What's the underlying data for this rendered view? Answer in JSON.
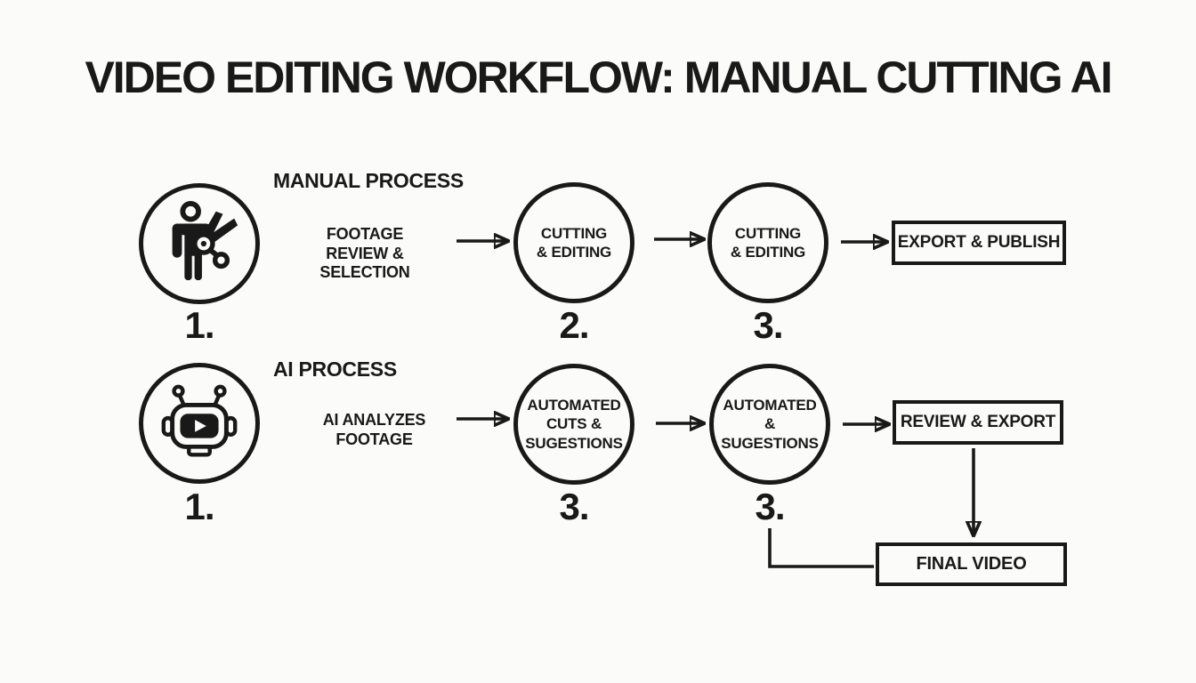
{
  "title": "VIDEO EDITING WORKFLOW: MANUAL CUTTING AI",
  "colors": {
    "background": "#fbfbf9",
    "ink": "#191919"
  },
  "manual": {
    "heading": "MANUAL PROCESS",
    "icon": "person-with-scissors",
    "step1_number": "1.",
    "description": "FOOTAGE\nREVIEW &\nSELECTION",
    "node2": {
      "label": "CUTTING\n& EDITING",
      "number": "2."
    },
    "node3": {
      "label": "CUTTING\n& EDITING",
      "number": "3."
    },
    "end_box_label": "EXPORT & PUBLISH"
  },
  "ai": {
    "heading": "AI PROCESS",
    "icon": "robot-play",
    "step1_number": "1.",
    "description": "AI ANALYZES\nFOOTAGE",
    "node2": {
      "label": "AUTOMATED\nCUTS &\nSUGESTIONS",
      "number": "3."
    },
    "node3": {
      "label": "AUTOMATED\n&\nSUGESTIONS",
      "number": "3."
    },
    "end_box_label": "REVIEW & EXPORT",
    "final_box_label": "FINAL VIDEO"
  }
}
